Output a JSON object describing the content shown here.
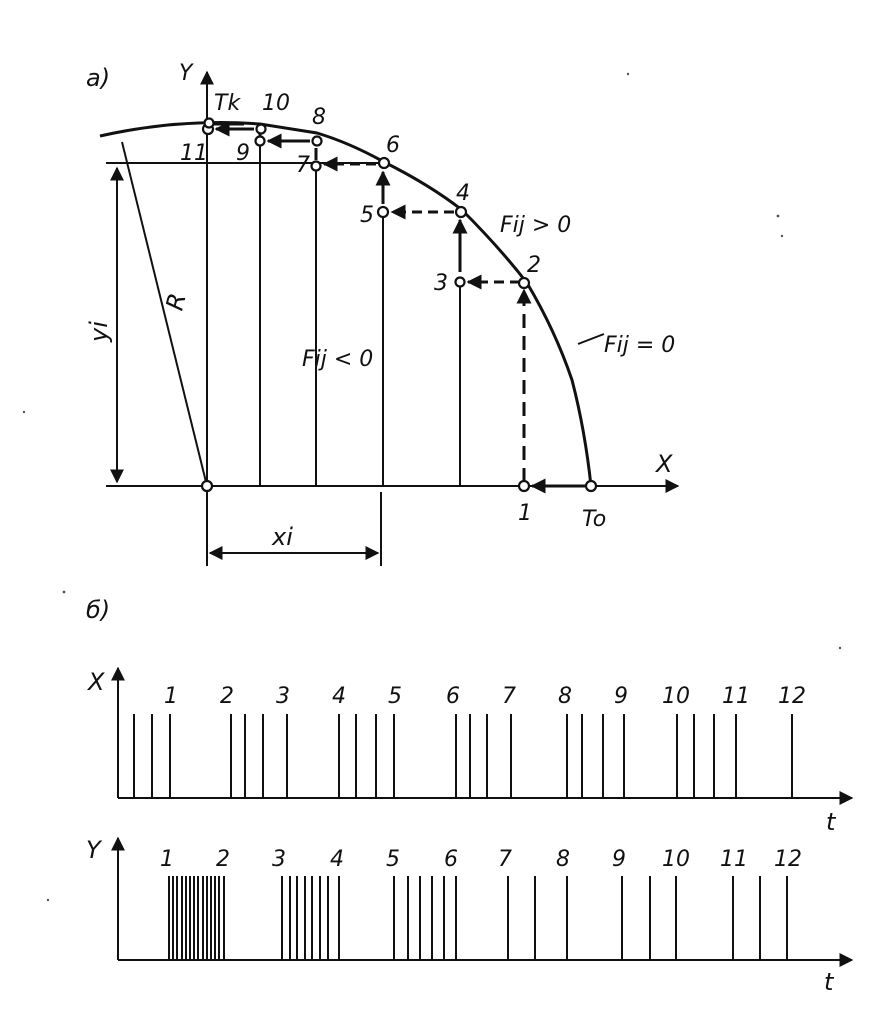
{
  "part_a": {
    "panel_label": "а)",
    "axis_x": "X",
    "axis_y": "Y",
    "radius_label": "R",
    "yi_label": "yi",
    "xi_label": "xi",
    "region_negative": "Fij < 0",
    "region_positive": "Fij > 0",
    "curve_label": "Fij = 0",
    "start_point": "To",
    "end_point": "Tk",
    "step_labels": [
      "1",
      "2",
      "3",
      "4",
      "5",
      "6",
      "7",
      "8",
      "9",
      "10",
      "11"
    ]
  },
  "part_b": {
    "panel_label": "б)",
    "x_train": {
      "axis_label": "X",
      "time_label": "t",
      "pulse_labels": [
        "1",
        "2",
        "3",
        "4",
        "5",
        "6",
        "7",
        "8",
        "9",
        "10",
        "11",
        "12"
      ]
    },
    "y_train": {
      "axis_label": "Y",
      "time_label": "t",
      "pulse_labels": [
        "1",
        "2",
        "3",
        "4",
        "5",
        "6",
        "7",
        "8",
        "9",
        "10",
        "11",
        "12"
      ]
    }
  }
}
